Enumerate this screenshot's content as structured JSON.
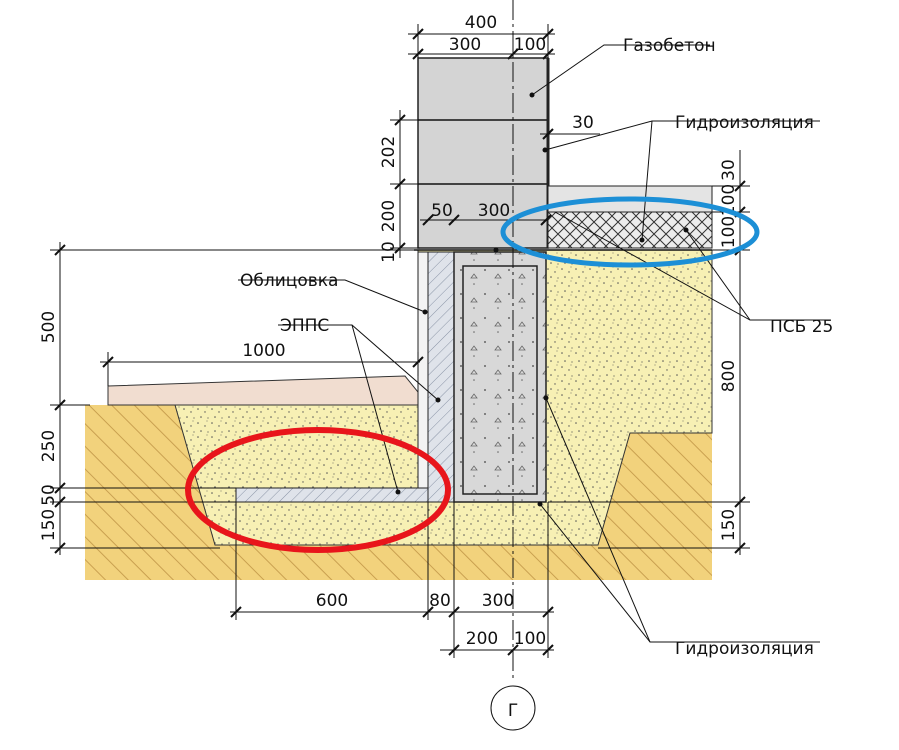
{
  "labels": {
    "gazobeton": "Газобетон",
    "gidro_top": "Гидроизоляция",
    "gidro_bottom": "Гидроизоляция",
    "oblicovka": "Облицовка",
    "epps": "ЭППС",
    "psb": "ПСБ 25",
    "axis": "Г"
  },
  "dimensions": {
    "top_total": "400",
    "top_left": "300",
    "top_right": "100",
    "gap_30": "30",
    "w_50": "50",
    "w_300": "300",
    "h_202": "202",
    "h_200": "200",
    "h_10": "10",
    "h_500": "500",
    "w_1000": "1000",
    "h_250": "250",
    "h_50": "50",
    "h_150_left": "150",
    "r_30": "30",
    "r_100_a": "100",
    "r_100_b": "100",
    "h_800": "800",
    "h_150_right": "150",
    "b_600": "600",
    "b_80": "80",
    "b_300": "300",
    "b_200": "200",
    "b_100": "100"
  },
  "colors": {
    "block": "#d4d4d4",
    "sand": "#f7f0b4",
    "soil": "#f2d27c",
    "soil_hatch": "#c9a050",
    "paving": "#f1ddd0",
    "concrete": "#d8d8d8",
    "epps": "#dfe3ea",
    "highlight_red": "#e8151b",
    "highlight_blue": "#1c8fd6"
  }
}
